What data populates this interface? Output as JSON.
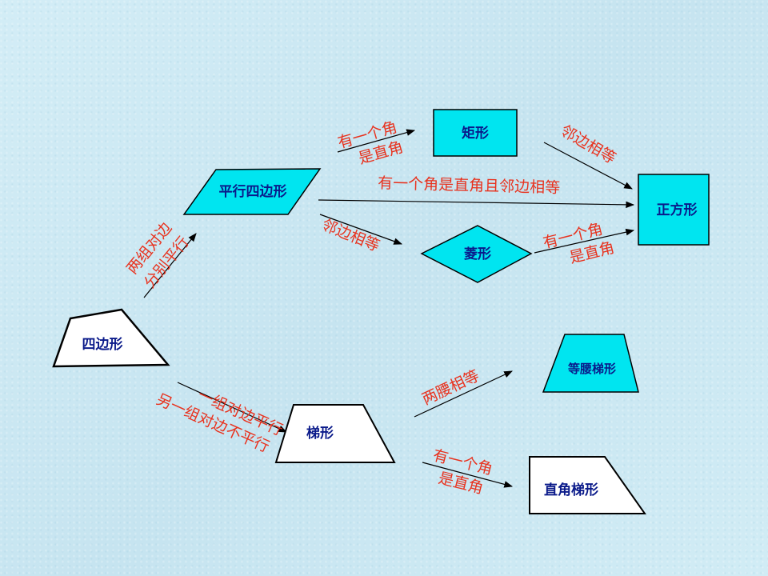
{
  "colors": {
    "fill_cyan": "#00e5f0",
    "fill_white": "#ffffff",
    "stroke": "#000000",
    "node_text": "#0a1a8a",
    "edge_text": "#e8321e"
  },
  "nodes": {
    "quadrilateral": "四边形",
    "parallelogram": "平行四边形",
    "rectangle": "矩形",
    "rhombus": "菱形",
    "square": "正方形",
    "trapezoid": "梯形",
    "isosceles_trapezoid": "等腰梯形",
    "right_trapezoid": "直角梯形"
  },
  "edges": {
    "quad_to_para": {
      "line1": "两组对边",
      "line2": "分别平行"
    },
    "para_to_rect": {
      "line1": "有一个角",
      "line2": "是直角"
    },
    "para_to_square": "有一个角是直角且邻边相等",
    "para_to_rhombus": "邻边相等",
    "rect_to_square": "邻边相等",
    "rhombus_to_square": {
      "line1": "有一个角",
      "line2": "是直角"
    },
    "quad_to_trap": {
      "line1": "一组对边平行",
      "line2": "另一组对边不平行"
    },
    "trap_to_iso": "两腰相等",
    "trap_to_right": {
      "line1": "有一个角",
      "line2": "是直角"
    }
  }
}
